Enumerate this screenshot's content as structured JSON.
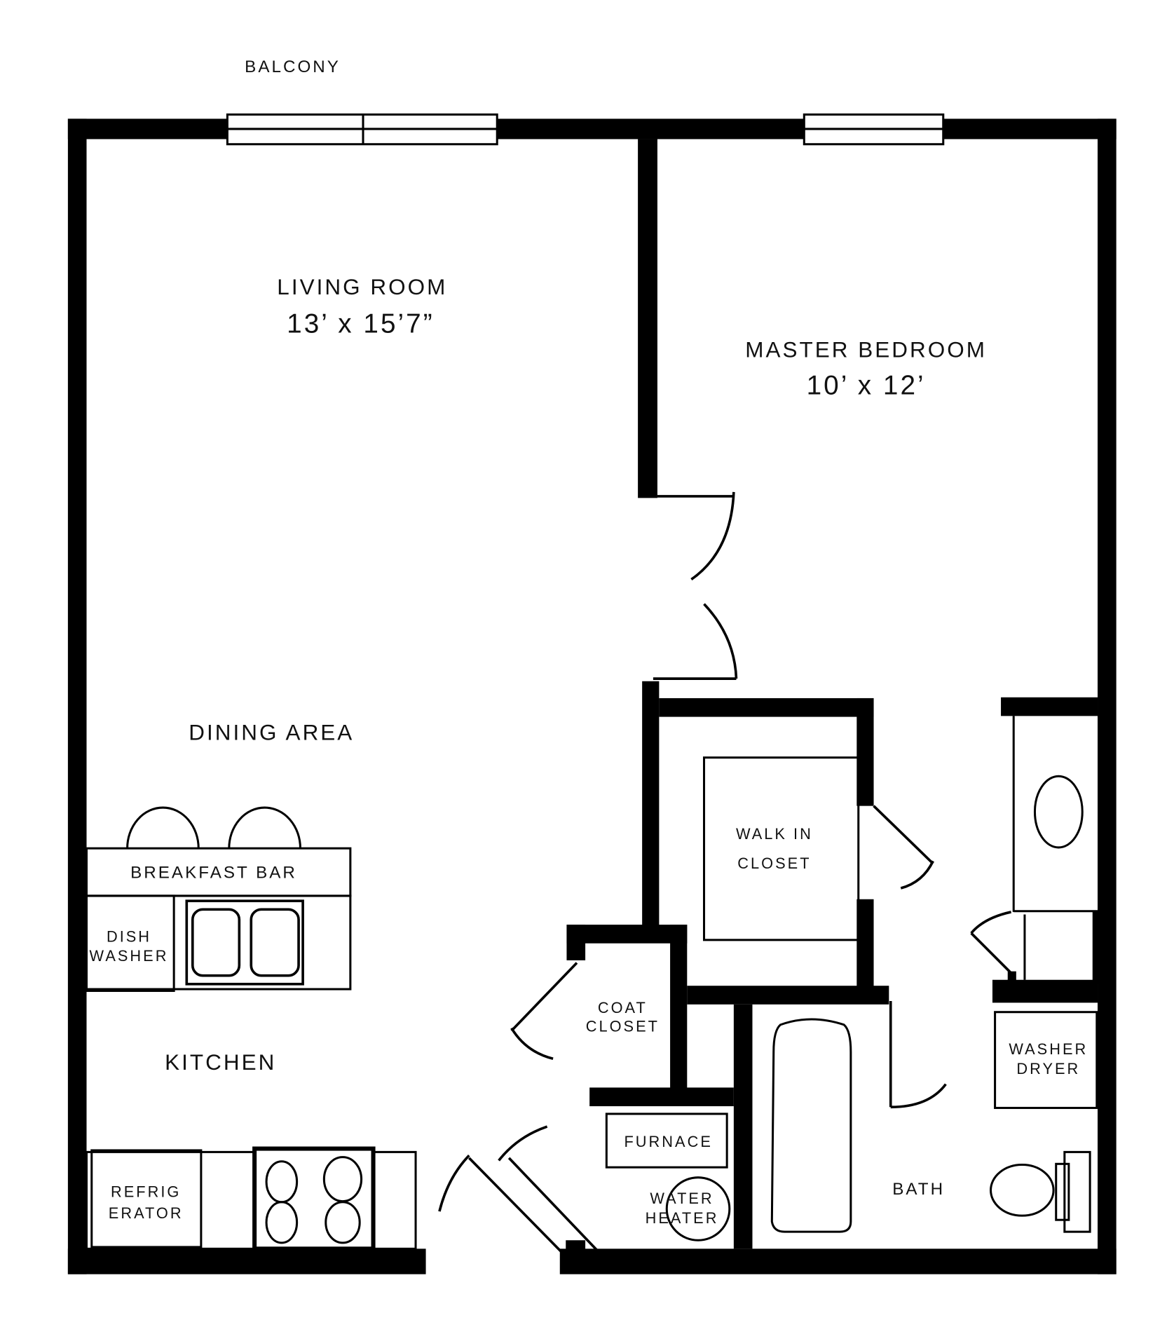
{
  "plan": {
    "balcony": "BALCONY",
    "living_room": {
      "name": "LIVING ROOM",
      "size": "13’ x 15’7”"
    },
    "master_bedroom": {
      "name": "MASTER BEDROOM",
      "size": "10’ x 12’"
    },
    "dining_area": "DINING AREA",
    "breakfast_bar": "BREAKFAST BAR",
    "dishwasher": [
      "DISH",
      "WASHER"
    ],
    "kitchen": "KITCHEN",
    "refrigerator": [
      "REFRIG",
      "ERATOR"
    ],
    "walk_in_closet": [
      "WALK IN",
      "CLOSET"
    ],
    "coat_closet": [
      "COAT",
      "CLOSET"
    ],
    "washer_dryer": [
      "WASHER",
      "DRYER"
    ],
    "furnace": "FURNACE",
    "water_heater": [
      "WATER",
      "HEATER"
    ],
    "bath": "BATH"
  }
}
